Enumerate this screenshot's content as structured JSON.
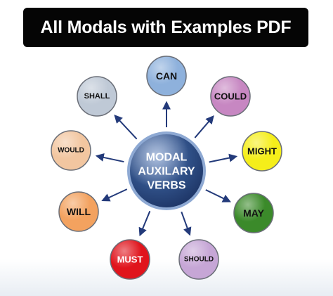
{
  "header": {
    "title": "All Modals with Examples PDF"
  },
  "diagram": {
    "center": {
      "lines": [
        "MODAL",
        "AUXILARY",
        "VERBS"
      ]
    },
    "nodes": [
      {
        "id": "can",
        "label": "CAN",
        "color": "#8eb1dc",
        "text_color": "#111111"
      },
      {
        "id": "could",
        "label": "COULD",
        "color": "#c787c2",
        "text_color": "#111111"
      },
      {
        "id": "might",
        "label": "MIGHT",
        "color": "#f5ee1a",
        "text_color": "#111111"
      },
      {
        "id": "may",
        "label": "MAY",
        "color": "#3b8a2a",
        "text_color": "#111111"
      },
      {
        "id": "should",
        "label": "SHOULD",
        "color": "#c6a6d6",
        "text_color": "#111111"
      },
      {
        "id": "must",
        "label": "MUST",
        "color": "#e0141c",
        "text_color": "#ffffff"
      },
      {
        "id": "will",
        "label": "WILL",
        "color": "#f3a25f",
        "text_color": "#111111"
      },
      {
        "id": "would",
        "label": "WOULD",
        "color": "#f2c6a0",
        "text_color": "#111111"
      },
      {
        "id": "shall",
        "label": "SHALL",
        "color": "#bfc9d6",
        "text_color": "#111111"
      }
    ],
    "arrow_color": "#233a7a",
    "center_color": "#2f4f86"
  }
}
